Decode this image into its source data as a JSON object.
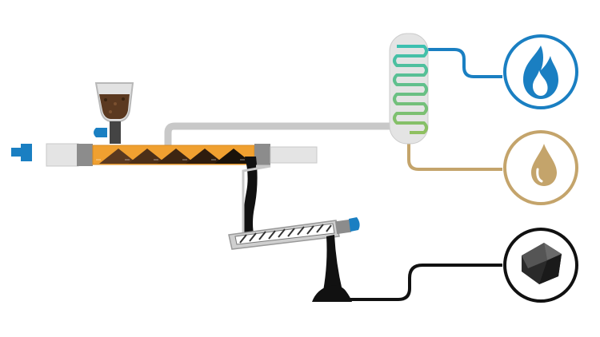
{
  "diagram": {
    "kind": "pyrolysis-process",
    "products": [
      {
        "id": "gas",
        "icon": "flame-icon",
        "color": "#1a7fc2"
      },
      {
        "id": "oil",
        "icon": "oil-drop-icon",
        "color": "#c4a46b"
      },
      {
        "id": "char",
        "icon": "char-lump-icon",
        "color": "#1a1a1a"
      }
    ],
    "colors": {
      "pipe_grey": "#c8c8c8",
      "pipe_dark": "#8c8c8c",
      "reactor_orange": "#f0a030",
      "valve_blue": "#1a7fc2",
      "biomass_brown": "#5b3920",
      "coil_green": "#3fb39a",
      "condenser_fill": "#e4e4e4",
      "char_black": "#111111"
    }
  }
}
